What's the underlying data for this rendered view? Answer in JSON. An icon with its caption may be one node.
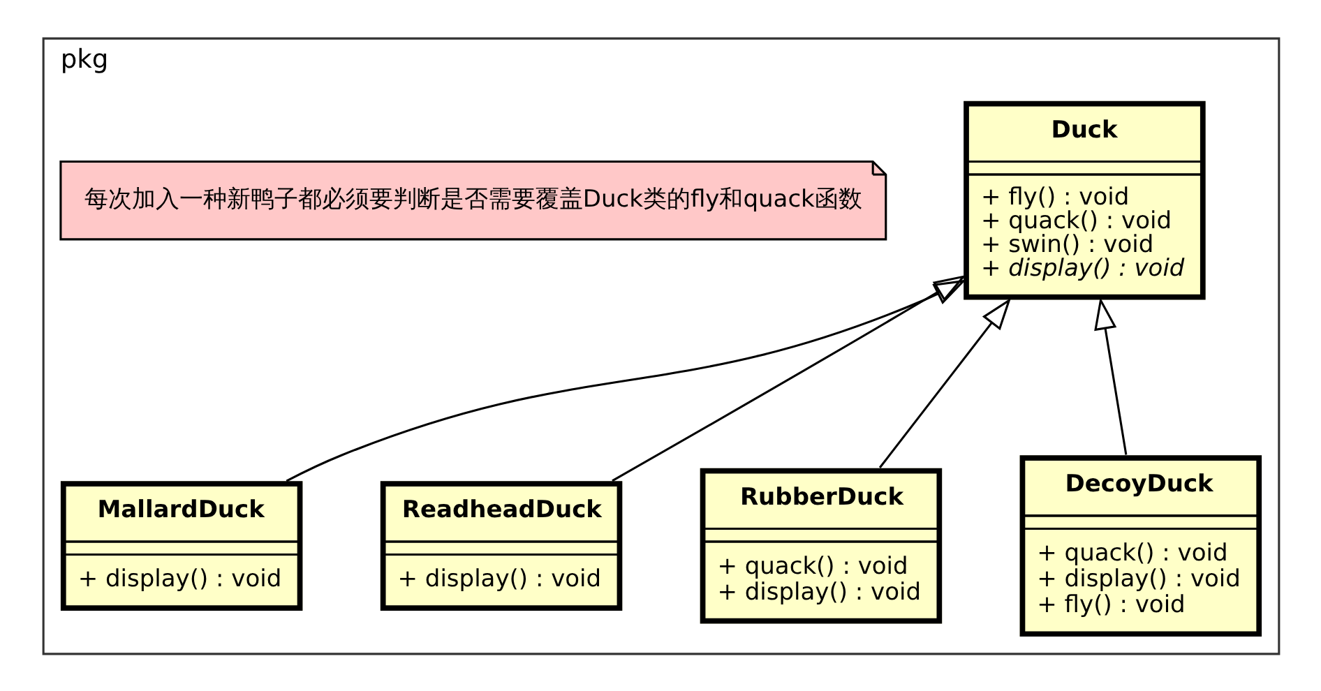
{
  "diagram": {
    "nodes": [
      {
        "text": [
          "pkg"
        ]
      },
      {
        "text": [
          "Duck",
          "+ fly() : void",
          "+ quack() : void",
          "+ swin() : void",
          "+ display() : void"
        ],
        "in": 0
      },
      {
        "text": [
          "每次加入一种新鸭子都必须要判断是否需要覆盖Duck类的fly和quack函数"
        ],
        "in": 0
      },
      {
        "text": [
          "MallardDuck",
          "+ display() : void"
        ],
        "in": 0
      },
      {
        "text": [
          "ReadheadDuck",
          "+ display() : void"
        ],
        "in": 0
      },
      {
        "text": [
          "RubberDuck",
          "+ quack() : void",
          "+ display() : void"
        ],
        "in": 0
      },
      {
        "text": [
          "DecoyDuck",
          "+ quack() : void",
          "+ display() : void",
          "+ fly() : void"
        ],
        "in": 0
      }
    ],
    "edges": [
      {
        "from": 3,
        "to": 1,
        "arrow": "to"
      },
      {
        "from": 4,
        "to": 1,
        "arrow": "to"
      },
      {
        "from": 5,
        "to": 1,
        "arrow": "to"
      },
      {
        "from": 6,
        "to": 1,
        "arrow": "to"
      }
    ]
  }
}
